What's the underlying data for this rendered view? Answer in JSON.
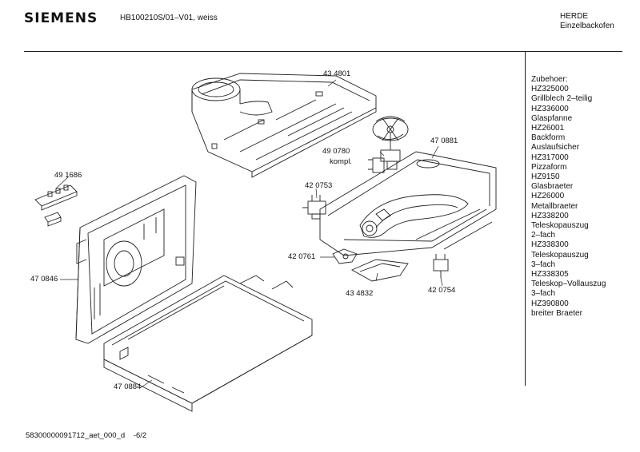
{
  "header": {
    "brand": "SIEMENS",
    "model": "HB100210S/01–V01, weiss",
    "product_line1": "HERDE",
    "product_line2": "Einzelbackofen"
  },
  "accessories": {
    "heading": "Zubehoer:",
    "lines": [
      "HZ325000",
      "Grillblech 2–teilig",
      "HZ336000",
      "Glaspfanne",
      "HZ26001",
      "Backform",
      "Auslaufsicher",
      "HZ317000",
      "Pizzaform",
      "HZ9150",
      "Glasbraeter",
      "HZ26000",
      "Metallbraeter",
      "HZ338200",
      "Teleskopauszug",
      "2–fach",
      "HZ338300",
      "Teleskopauszug",
      "3–fach",
      "HZ338305",
      "Teleskop–Vollauszug",
      "3–fach",
      "HZ390800",
      "breiter Braeter"
    ]
  },
  "parts": {
    "p434801": "43 4801",
    "p490780": "49 0780",
    "p490780_note": "kompl.",
    "p470881": "47 0881",
    "p491686": "49 1686",
    "p420753": "42 0753",
    "p420761": "42 0761",
    "p470846": "47 0846",
    "p434832": "43 4832",
    "p420754": "42 0754",
    "p470884": "47 0884"
  },
  "footer": {
    "doc_id": "58300000091712_aet_000_d",
    "page": "-6/2"
  }
}
